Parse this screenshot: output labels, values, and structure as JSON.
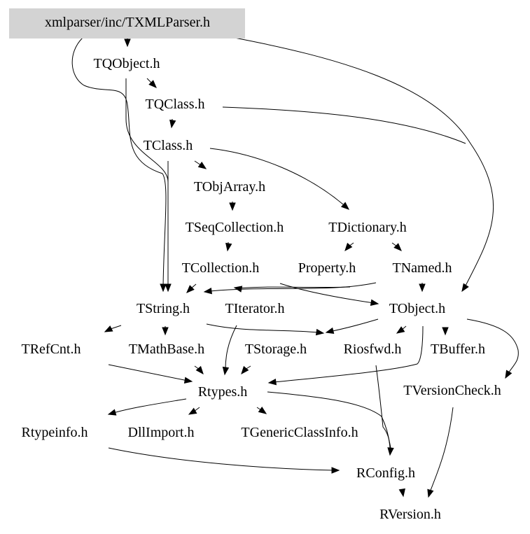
{
  "title": "xmlparser/inc/TXMLParser.h",
  "colors": {
    "root_fill": "#d3d3d3",
    "edge": "#000000",
    "text": "#000000",
    "background": "#ffffff"
  },
  "nodes": [
    {
      "id": "root",
      "label": "xmlparser/inc/TXMLParser.h",
      "highlight": true
    },
    {
      "id": "TQObject",
      "label": "TQObject.h"
    },
    {
      "id": "TQClass",
      "label": "TQClass.h"
    },
    {
      "id": "TClass",
      "label": "TClass.h"
    },
    {
      "id": "TObjArray",
      "label": "TObjArray.h"
    },
    {
      "id": "TSeqCollection",
      "label": "TSeqCollection.h"
    },
    {
      "id": "TDictionary",
      "label": "TDictionary.h"
    },
    {
      "id": "TCollection",
      "label": "TCollection.h"
    },
    {
      "id": "Property",
      "label": "Property.h"
    },
    {
      "id": "TNamed",
      "label": "TNamed.h"
    },
    {
      "id": "TString",
      "label": "TString.h"
    },
    {
      "id": "TIterator",
      "label": "TIterator.h"
    },
    {
      "id": "TObject",
      "label": "TObject.h"
    },
    {
      "id": "TRefCnt",
      "label": "TRefCnt.h"
    },
    {
      "id": "TMathBase",
      "label": "TMathBase.h"
    },
    {
      "id": "TStorage",
      "label": "TStorage.h"
    },
    {
      "id": "Riosfwd",
      "label": "Riosfwd.h"
    },
    {
      "id": "TBuffer",
      "label": "TBuffer.h"
    },
    {
      "id": "Rtypes",
      "label": "Rtypes.h"
    },
    {
      "id": "TVersionCheck",
      "label": "TVersionCheck.h"
    },
    {
      "id": "Rtypeinfo",
      "label": "Rtypeinfo.h"
    },
    {
      "id": "DllImport",
      "label": "DllImport.h"
    },
    {
      "id": "TGenericClassInfo",
      "label": "TGenericClassInfo.h"
    },
    {
      "id": "RConfig",
      "label": "RConfig.h"
    },
    {
      "id": "RVersion",
      "label": "RVersion.h"
    }
  ],
  "edges": [
    {
      "from": "root",
      "to": "TQObject"
    },
    {
      "from": "root",
      "to": "TString"
    },
    {
      "from": "root",
      "to": "TObject"
    },
    {
      "from": "TQObject",
      "to": "TQClass"
    },
    {
      "from": "TQObject",
      "to": "TString"
    },
    {
      "from": "TQClass",
      "to": "TClass"
    },
    {
      "from": "TQClass",
      "to": "TObject"
    },
    {
      "from": "TClass",
      "to": "TObjArray"
    },
    {
      "from": "TClass",
      "to": "TDictionary"
    },
    {
      "from": "TClass",
      "to": "TString"
    },
    {
      "from": "TObjArray",
      "to": "TSeqCollection"
    },
    {
      "from": "TSeqCollection",
      "to": "TCollection"
    },
    {
      "from": "TDictionary",
      "to": "Property"
    },
    {
      "from": "TDictionary",
      "to": "TNamed"
    },
    {
      "from": "TCollection",
      "to": "TString"
    },
    {
      "from": "TCollection",
      "to": "TObject"
    },
    {
      "from": "TNamed",
      "to": "TString"
    },
    {
      "from": "TNamed",
      "to": "TIterator"
    },
    {
      "from": "TNamed",
      "to": "TObject"
    },
    {
      "from": "TString",
      "to": "TRefCnt"
    },
    {
      "from": "TString",
      "to": "TMathBase"
    },
    {
      "from": "TString",
      "to": "Riosfwd"
    },
    {
      "from": "TIterator",
      "to": "Rtypes"
    },
    {
      "from": "TObject",
      "to": "Riosfwd"
    },
    {
      "from": "TObject",
      "to": "TStorage"
    },
    {
      "from": "TObject",
      "to": "TBuffer"
    },
    {
      "from": "TObject",
      "to": "TVersionCheck"
    },
    {
      "from": "TObject",
      "to": "Rtypes"
    },
    {
      "from": "TRefCnt",
      "to": "Rtypes"
    },
    {
      "from": "TMathBase",
      "to": "Rtypes"
    },
    {
      "from": "TStorage",
      "to": "Rtypes"
    },
    {
      "from": "Riosfwd",
      "to": "RConfig"
    },
    {
      "from": "Rtypes",
      "to": "Rtypeinfo"
    },
    {
      "from": "Rtypes",
      "to": "DllImport"
    },
    {
      "from": "Rtypes",
      "to": "TGenericClassInfo"
    },
    {
      "from": "Rtypes",
      "to": "RConfig"
    },
    {
      "from": "Rtypeinfo",
      "to": "RConfig"
    },
    {
      "from": "TVersionCheck",
      "to": "RVersion"
    },
    {
      "from": "RConfig",
      "to": "RVersion"
    }
  ]
}
